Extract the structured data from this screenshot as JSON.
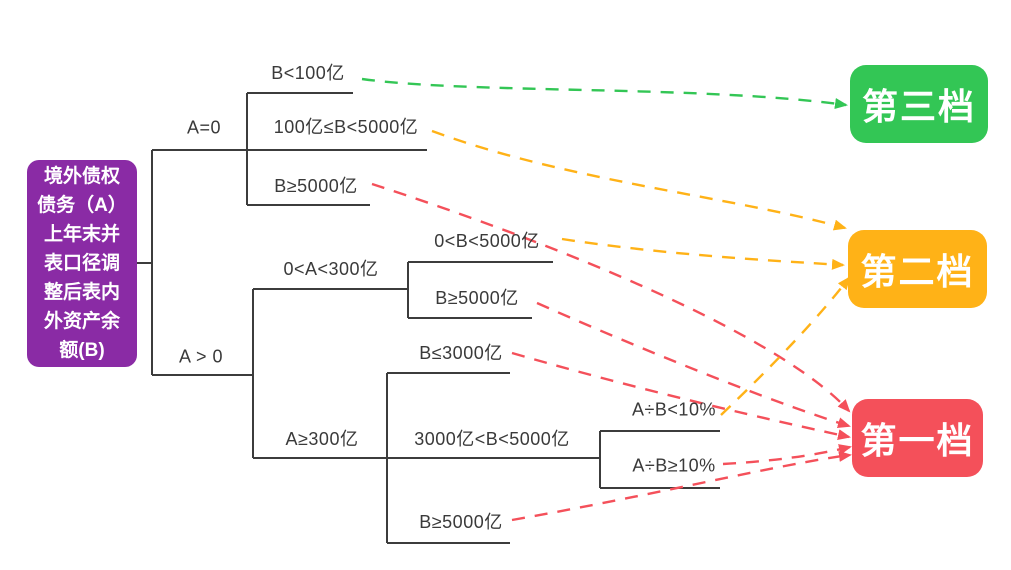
{
  "diagram": {
    "root": {
      "text": "境外债权债务（A）上年末并表口径调整后表内外资产余额(B)",
      "lines": [
        "境外债权",
        "债务（A）",
        "上年末并",
        "表口径调",
        "整后表内",
        "外资产余",
        "额(B)"
      ],
      "color": "#8A2BA5"
    },
    "branch_labels": {
      "a_eq_0": "A=0",
      "a_gt_0": "A > 0",
      "a_between_0_300": "0<A<300亿",
      "a_ge_300": "A≥300亿"
    },
    "leaf_labels": {
      "b_lt_100": "B<100亿",
      "b_100_to_5000": "100亿≤B<5000亿",
      "b_ge_5000_a0": "B≥5000亿",
      "b_0_to_5000": "0<B<5000亿",
      "b_ge_5000_mid": "B≥5000亿",
      "b_le_3000": "B≤3000亿",
      "b_3000_to_5000": "3000亿<B<5000亿",
      "ratio_lt_10": "A÷B<10%",
      "ratio_ge_10": "A÷B≥10%",
      "b_ge_5000_bottom": "B≥5000亿"
    },
    "tiers": {
      "tier1": {
        "label": "第一档",
        "color": "#F4505A"
      },
      "tier2": {
        "label": "第二档",
        "color": "#FFB217"
      },
      "tier3": {
        "label": "第三档",
        "color": "#33C655"
      }
    },
    "connections": [
      {
        "from": "A=0, B<100亿",
        "to": "第三档",
        "color": "#33C655"
      },
      {
        "from": "A=0, 100亿≤B<5000亿",
        "to": "第二档",
        "color": "#FFB217"
      },
      {
        "from": "A=0, B≥5000亿",
        "to": "第一档",
        "color": "#F4505A"
      },
      {
        "from": "0<A<300亿, 0<B<5000亿",
        "to": "第二档",
        "color": "#FFB217"
      },
      {
        "from": "0<A<300亿, B≥5000亿",
        "to": "第一档",
        "color": "#F4505A"
      },
      {
        "from": "A≥300亿, B≤3000亿",
        "to": "第一档",
        "color": "#F4505A"
      },
      {
        "from": "A≥300亿, 3000亿<B<5000亿, A÷B<10%",
        "to": "第二档",
        "color": "#FFB217"
      },
      {
        "from": "A≥300亿, 3000亿<B<5000亿, A÷B≥10%",
        "to": "第一档",
        "color": "#F4505A"
      },
      {
        "from": "A≥300亿, B≥5000亿",
        "to": "第一档",
        "color": "#F4505A"
      }
    ]
  }
}
